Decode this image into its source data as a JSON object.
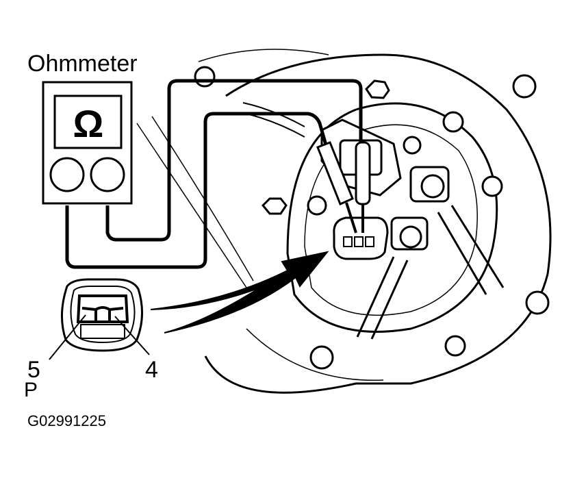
{
  "meter_title": "Ohmmeter",
  "meter_symbol": "Ω",
  "pin_left": "5",
  "pin_right": "4",
  "pin_letter": "P",
  "figure_code": "G02991225"
}
